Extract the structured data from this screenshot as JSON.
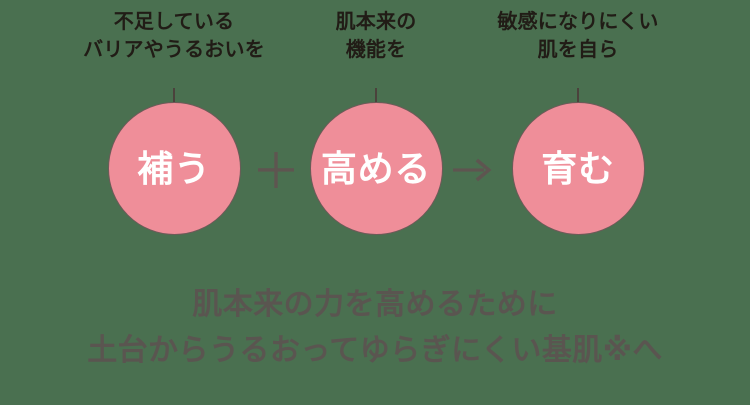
{
  "theme": {
    "background_color": "#4a7050",
    "circle_fill": "#ef8e99",
    "circle_stroke": "#6e5a58",
    "circle_label_color": "#ffffff",
    "caption_color": "#211c16",
    "operator_color": "#5e5550",
    "tagline_color": "#5a5550"
  },
  "steps": [
    {
      "caption_line1": "不足している",
      "caption_line2": "バリアやうるおいを",
      "circle_label": "補う"
    },
    {
      "caption_line1": "肌本来の",
      "caption_line2": "機能を",
      "circle_label": "高める"
    },
    {
      "caption_line1": "敏感になりにくい",
      "caption_line2": "肌を自ら",
      "circle_label": "育む"
    }
  ],
  "operators": [
    {
      "name": "plus",
      "glyph": "+"
    },
    {
      "name": "arrow-right",
      "glyph": "→"
    }
  ],
  "tagline": {
    "line1": "肌本来の力を高めるために",
    "line2": "土台からうるおってゆらぎにくい基肌※へ"
  }
}
